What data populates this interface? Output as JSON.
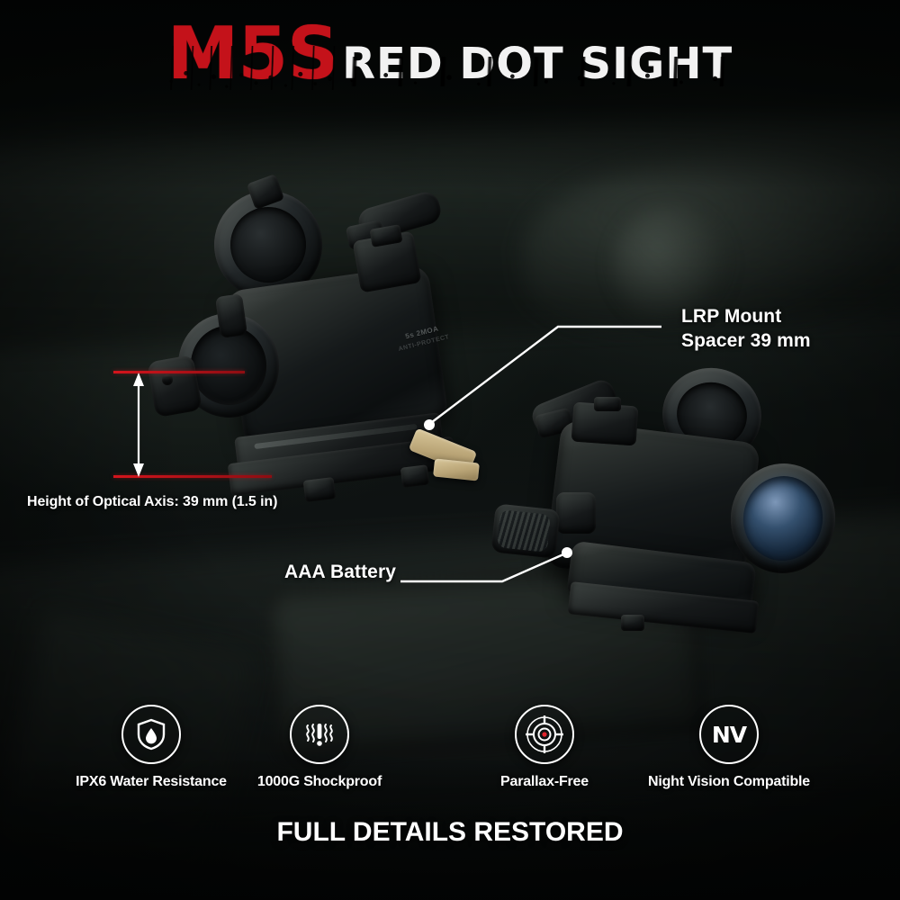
{
  "header": {
    "title": "M5S",
    "subtitle": "RED DOT SIGHT",
    "title_color": "#c4121a",
    "subtitle_color": "#f2f2f2"
  },
  "callouts": [
    {
      "id": "lrp-mount",
      "line1": "LRP Mount",
      "line2": "Spacer 39 mm"
    },
    {
      "id": "aaa-battery",
      "line1": "AAA Battery"
    }
  ],
  "measurement": {
    "label": "Height of Optical Axis: 39 mm (1.5 in)",
    "value": "39 mm",
    "value_in": "1.5 in",
    "line_color": "#d4141c",
    "arrow_color": "#ffffff"
  },
  "product": {
    "engraving_left": "5s 2MOA",
    "engraving_left_sub": "ANTI-PROTECT"
  },
  "features": [
    {
      "icon": "water-drop-shield-icon",
      "label": "IPX6 Water Resistance"
    },
    {
      "icon": "shock-exclamation-icon",
      "label": "1000G Shockproof"
    },
    {
      "icon": "crosshair-reticle-icon",
      "label": "Parallax-Free",
      "accent": "#e0242c"
    },
    {
      "icon": "night-vision-icon",
      "label": "Night Vision Compatible",
      "glyph": "NV"
    }
  ],
  "footer": {
    "tagline": "FULL DETAILS RESTORED"
  }
}
